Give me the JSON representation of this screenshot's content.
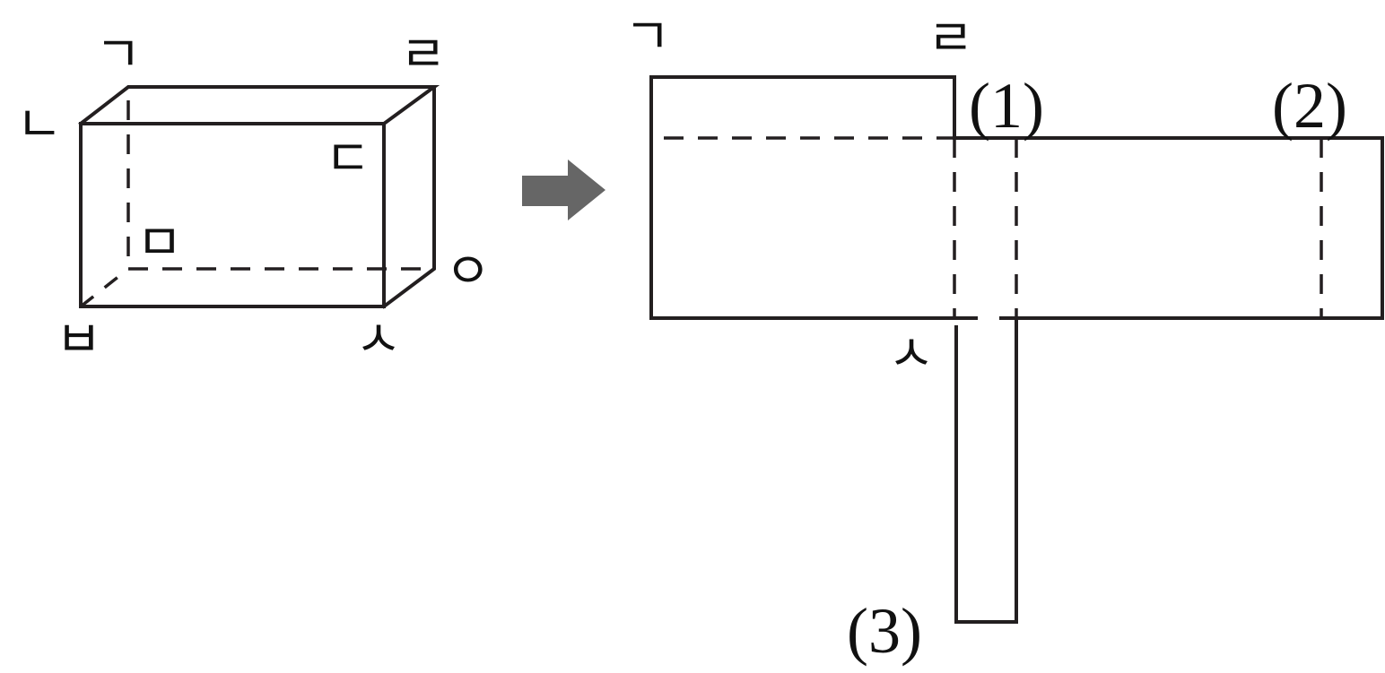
{
  "vertex_labels": {
    "g": "ㄱ",
    "n": "ㄴ",
    "d": "ㄷ",
    "r": "ㄹ",
    "m": "ㅁ",
    "b": "ㅂ",
    "s": "ㅅ",
    "o": "ㅇ"
  },
  "net_labels": {
    "g": "ㄱ",
    "r": "ㄹ",
    "s": "ㅅ",
    "part1": "(1)",
    "part2": "(2)",
    "part3": "(3)"
  },
  "colors": {
    "line": "#231f20",
    "arrow": "#666666",
    "text": "#111111"
  },
  "icons": {
    "arrow": "right-arrow"
  }
}
